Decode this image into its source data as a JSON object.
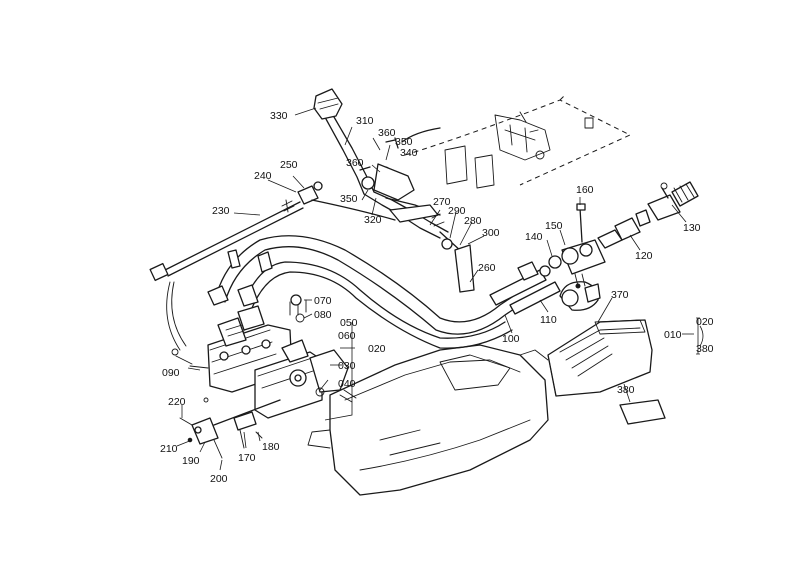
{
  "callouts": [
    {
      "id": "330",
      "text": "330"
    },
    {
      "id": "310",
      "text": "310"
    },
    {
      "id": "360a",
      "text": "360"
    },
    {
      "id": "350a",
      "text": "350"
    },
    {
      "id": "340",
      "text": "340"
    },
    {
      "id": "360b",
      "text": "360"
    },
    {
      "id": "350b",
      "text": "350"
    },
    {
      "id": "320",
      "text": "320"
    },
    {
      "id": "250",
      "text": "250"
    },
    {
      "id": "240",
      "text": "240"
    },
    {
      "id": "230",
      "text": "230"
    },
    {
      "id": "270",
      "text": "270"
    },
    {
      "id": "290",
      "text": "290"
    },
    {
      "id": "280",
      "text": "280"
    },
    {
      "id": "300",
      "text": "300"
    },
    {
      "id": "260",
      "text": "260"
    },
    {
      "id": "160",
      "text": "160"
    },
    {
      "id": "150",
      "text": "150"
    },
    {
      "id": "140",
      "text": "140"
    },
    {
      "id": "120",
      "text": "120"
    },
    {
      "id": "130",
      "text": "130"
    },
    {
      "id": "110",
      "text": "110"
    },
    {
      "id": "100",
      "text": "100"
    },
    {
      "id": "370",
      "text": "370"
    },
    {
      "id": "010",
      "text": "010"
    },
    {
      "id": "020a",
      "text": "020"
    },
    {
      "id": "380a",
      "text": "380"
    },
    {
      "id": "380b",
      "text": "380"
    },
    {
      "id": "070",
      "text": "070"
    },
    {
      "id": "080",
      "text": "080"
    },
    {
      "id": "050",
      "text": "050"
    },
    {
      "id": "060",
      "text": "060"
    },
    {
      "id": "020b",
      "text": "020"
    },
    {
      "id": "030",
      "text": "030"
    },
    {
      "id": "040",
      "text": "040"
    },
    {
      "id": "090",
      "text": "090"
    },
    {
      "id": "220",
      "text": "220"
    },
    {
      "id": "210",
      "text": "210"
    },
    {
      "id": "190",
      "text": "190"
    },
    {
      "id": "170",
      "text": "170"
    },
    {
      "id": "180",
      "text": "180"
    },
    {
      "id": "200",
      "text": "200"
    }
  ]
}
